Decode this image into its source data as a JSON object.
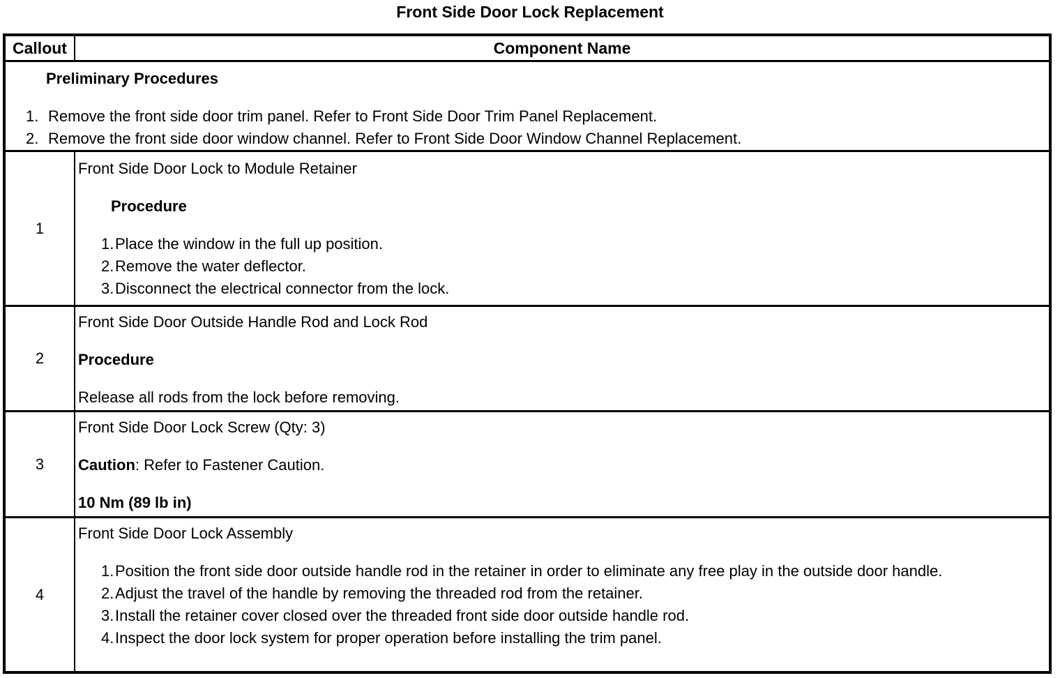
{
  "page": {
    "title": "Front Side Door Lock Replacement"
  },
  "table": {
    "header": {
      "callout": "Callout",
      "component": "Component Name"
    },
    "preliminary": {
      "heading": "Preliminary Procedures",
      "steps": [
        {
          "num": "1.",
          "text": "Remove the front side door trim panel. Refer to Front Side Door Trim Panel Replacement."
        },
        {
          "num": "2.",
          "text": "Remove the front side door window channel. Refer to Front Side Door Window Channel Replacement."
        }
      ]
    },
    "rows": [
      {
        "callout": "1",
        "name": "Front Side Door Lock to Module Retainer",
        "procedure_heading": "Procedure",
        "steps": [
          {
            "num": "1.",
            "text": "Place the window in the full up position."
          },
          {
            "num": "2.",
            "text": "Remove the water deflector."
          },
          {
            "num": "3.",
            "text": "Disconnect the electrical connector from the lock."
          }
        ]
      },
      {
        "callout": "2",
        "name": "Front Side Door Outside Handle Rod and Lock Rod",
        "procedure_heading": "Procedure",
        "note": "Release all rods from the lock before removing."
      },
      {
        "callout": "3",
        "name": "Front Side Door Lock Screw (Qty: 3)",
        "caution_label": "Caution",
        "caution_text": ": Refer to Fastener Caution.",
        "torque": "10 Nm (89 lb in)"
      },
      {
        "callout": "4",
        "name": "Front Side Door Lock Assembly",
        "steps": [
          {
            "num": "1.",
            "text": "Position the front side door outside handle rod in the retainer in order to eliminate any free play in the outside door handle."
          },
          {
            "num": "2.",
            "text": "Adjust the travel of the handle by removing the threaded rod from the retainer."
          },
          {
            "num": "3.",
            "text": "Install the retainer cover closed over the threaded front side door outside handle rod."
          },
          {
            "num": "4.",
            "text": "Inspect the door lock system for proper operation before installing the trim panel."
          }
        ]
      }
    ]
  },
  "colors": {
    "background": "#ffffff",
    "text": "#000000",
    "border": "#000000"
  }
}
